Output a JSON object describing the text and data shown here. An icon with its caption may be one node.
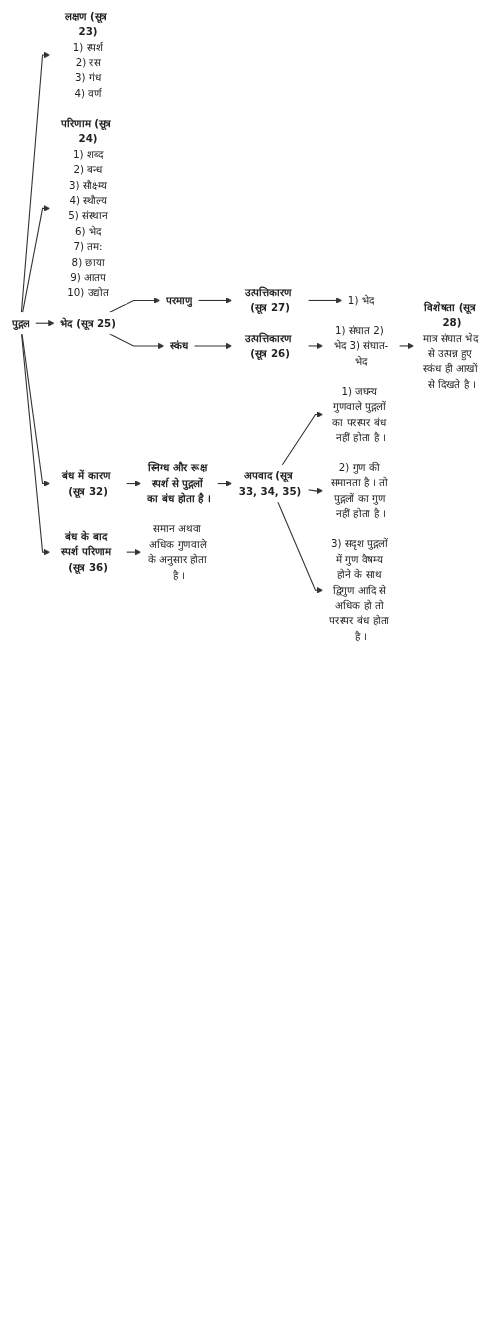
{
  "diagram": {
    "nodes": [
      {
        "text": [
          "पुद्गल"
        ]
      },
      {
        "text": [
          "लक्षण (सूत्र 23)",
          "1) स्पर्श",
          "2) रस",
          "3) गंध",
          "4) वर्ण"
        ]
      },
      {
        "text": [
          "परिणाम (सूत्र 24)",
          "1) शब्द",
          "2) बन्ध",
          "3) सौक्ष्म्य",
          "4) स्थौल्य",
          "5) संस्थान",
          "6) भेद",
          "7) तम:",
          "8) छाया",
          "9) आतप",
          "10) उद्योत"
        ]
      },
      {
        "text": [
          "भेद (सूत्र 25)"
        ]
      },
      {
        "text": [
          "परमाणु"
        ]
      },
      {
        "text": [
          "उत्पत्तिकारण (सूत्र 27)"
        ]
      },
      {
        "text": [
          "1) भेद"
        ]
      },
      {
        "text": [
          "स्कंध"
        ]
      },
      {
        "text": [
          "उत्पत्तिकारण (सूत्र 26)"
        ]
      },
      {
        "text": [
          "1) संघात 2) भेद 3) संघात-भेद"
        ]
      },
      {
        "text": [
          "विशेषता (सूत्र 28)",
          "मात्र संघात भेद से उत्पन्न हुए स्कंध ही आखों से दिखते है ।"
        ]
      },
      {
        "text": [
          "बंध में कारण (सूत्र 32)"
        ]
      },
      {
        "text": [
          "स्निग्ध और रूक्ष स्पर्श से पुद्गलों का बंध होता है ।"
        ]
      },
      {
        "text": [
          "अपवाद (सूत्र 33, 34, 35)"
        ]
      },
      {
        "text": [
          "1) जघन्य गुणवाले पुद्गलों का परस्पर बंध नहीं होता है ।"
        ]
      },
      {
        "text": [
          "2) गुण की समानता है । तो पुद्गलों का गुण नहीं होता है ।"
        ]
      },
      {
        "text": [
          "3) सदृश पुद्गलों में गुण वैषम्य होने के साथ द्विगुण आदि से अधिक हो तो परस्पर बंध होता है ।"
        ]
      },
      {
        "text": [
          "बंध के बाद स्पर्श परिणाम (सूत्र 36)"
        ]
      },
      {
        "text": [
          "समान अथवा अधिक गुणवाले के अनुसार होता है ।"
        ]
      }
    ],
    "edges": [
      {
        "from": 0,
        "to": 1,
        "arrow": "to"
      },
      {
        "from": 0,
        "to": 2,
        "arrow": "to"
      },
      {
        "from": 0,
        "to": 3,
        "arrow": "to"
      },
      {
        "from": 0,
        "to": 11,
        "arrow": "to"
      },
      {
        "from": 0,
        "to": 17,
        "arrow": "to"
      },
      {
        "from": 3,
        "to": 4,
        "arrow": "to"
      },
      {
        "from": 3,
        "to": 7,
        "arrow": "to"
      },
      {
        "from": 4,
        "to": 5,
        "arrow": "to"
      },
      {
        "from": 5,
        "to": 6,
        "arrow": "to"
      },
      {
        "from": 7,
        "to": 8,
        "arrow": "to"
      },
      {
        "from": 8,
        "to": 9,
        "arrow": "to"
      },
      {
        "from": 9,
        "to": 10,
        "arrow": "to"
      },
      {
        "from": 11,
        "to": 12,
        "arrow": "to"
      },
      {
        "from": 12,
        "to": 13,
        "arrow": "to"
      },
      {
        "from": 13,
        "to": 14,
        "arrow": "to"
      },
      {
        "from": 13,
        "to": 15,
        "arrow": "to"
      },
      {
        "from": 13,
        "to": 16,
        "arrow": "to"
      },
      {
        "from": 17,
        "to": 18,
        "arrow": "to"
      }
    ]
  }
}
